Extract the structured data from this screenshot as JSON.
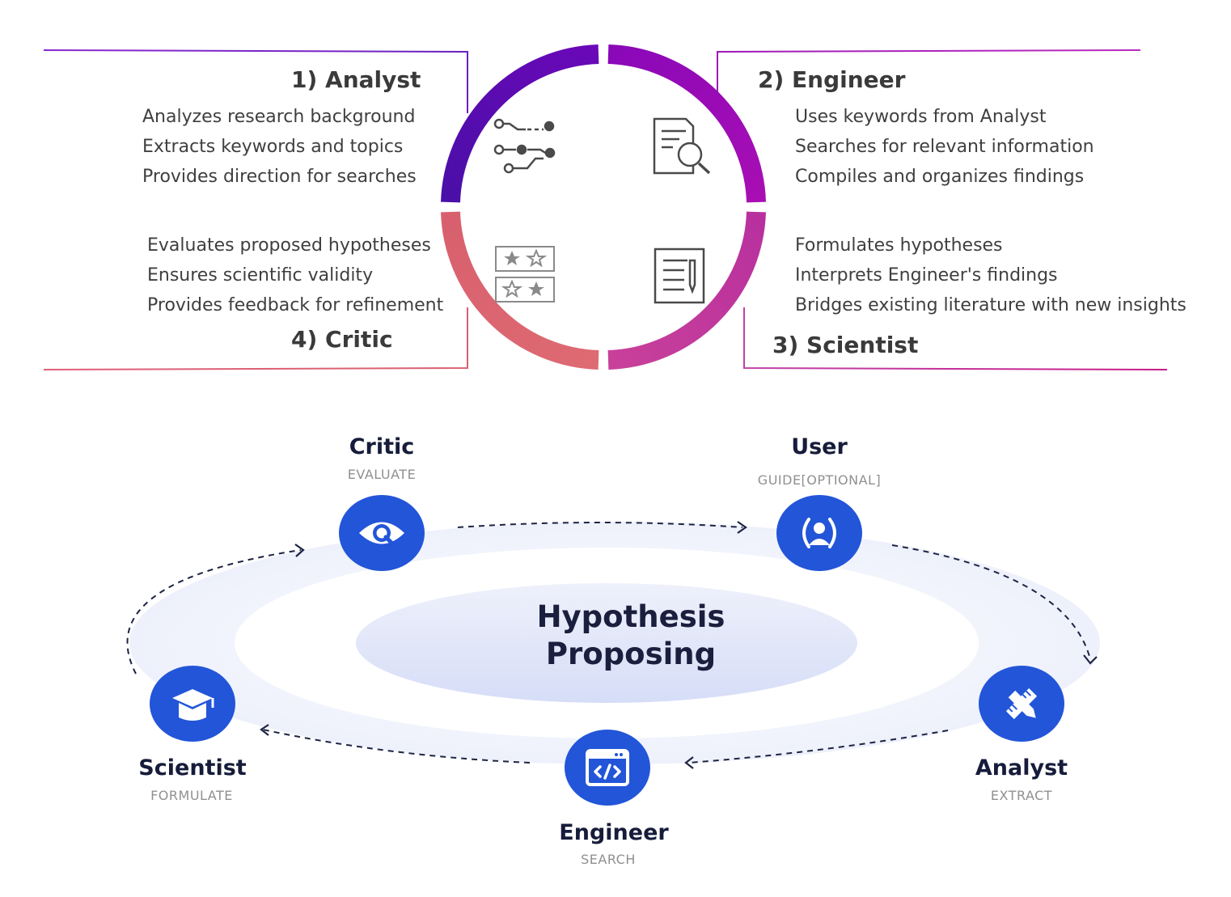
{
  "cycle": {
    "quadrants": [
      {
        "id": "analyst",
        "title": "1) Analyst",
        "lines": [
          "Analyzes research background",
          "Extracts keywords and topics",
          "Provides direction for searches"
        ],
        "icon": "flow-nodes-icon",
        "color": "#5a0cb0"
      },
      {
        "id": "engineer",
        "title": "2) Engineer",
        "lines": [
          "Uses keywords from Analyst",
          "Searches for relevant information",
          "Compiles and organizes findings"
        ],
        "icon": "document-search-icon",
        "color": "#9a0ab8"
      },
      {
        "id": "scientist",
        "title": "3) Scientist",
        "lines": [
          "Formulates hypotheses",
          "Interprets Engineer's findings",
          "Bridges existing literature with new insights"
        ],
        "icon": "document-pen-icon",
        "color": "#c0369a"
      },
      {
        "id": "critic",
        "title": "4) Critic",
        "lines": [
          "Evaluates proposed hypotheses",
          "Ensures scientific validity",
          "Provides feedback for refinement"
        ],
        "icon": "star-rating-icon",
        "color": "#d96070"
      }
    ]
  },
  "loop": {
    "center_title_line1": "Hypothesis",
    "center_title_line2": "Proposing",
    "nodes": [
      {
        "id": "critic",
        "name": "Critic",
        "action": "EVALUATE",
        "icon": "eye-search-icon"
      },
      {
        "id": "user",
        "name": "User",
        "action": "GUIDE[OPTIONAL]",
        "icon": "user-icon"
      },
      {
        "id": "analyst",
        "name": "Analyst",
        "action": "EXTRACT",
        "icon": "pencil-ruler-icon"
      },
      {
        "id": "engineer",
        "name": "Engineer",
        "action": "SEARCH",
        "icon": "code-window-icon"
      },
      {
        "id": "scientist",
        "name": "Scientist",
        "action": "FORMULATE",
        "icon": "graduation-cap-icon"
      }
    ],
    "node_color": "#2255d8"
  }
}
